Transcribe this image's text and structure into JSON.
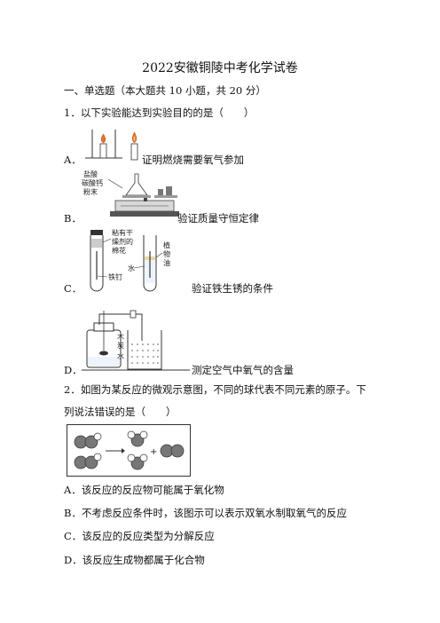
{
  "title": "2022安徽铜陵中考化学试卷",
  "section": "一、单选题（本大题共 10 小题，共 20 分）",
  "q1": {
    "stem": "1．以下实验能达到实验目的的是（　　）",
    "options": [
      {
        "letter": "A．",
        "text": "证明燃烧需要氧气参加"
      },
      {
        "letter": "B．",
        "text": "验证质量守恒定律"
      },
      {
        "letter": "C．",
        "text": "验证铁生锈的条件"
      },
      {
        "letter": "D．",
        "text": "测定空气中氧气的含量"
      }
    ],
    "figB_labels": [
      "盐酸",
      "碳酸钙",
      "粉末"
    ],
    "figC_labels": {
      "left": [
        "粘有干",
        "燥剂的",
        "棉花"
      ],
      "nail": "铁钉",
      "water": "水",
      "oil": [
        "植",
        "物",
        "油"
      ]
    },
    "figD_labels": [
      "木",
      "炭",
      "水"
    ]
  },
  "q2": {
    "stem_line1": "2．如图为某反应的微观示意图，不同的球代表不同元素的原子。下",
    "stem_line2": "列说法错误的是（　　）",
    "options": [
      {
        "letter": "A．",
        "text": "该反应的反应物可能属于氧化物"
      },
      {
        "letter": "B．",
        "text": "不考虑反应条件时，该图示可以表示双氧水制取氧气的反应"
      },
      {
        "letter": "C．",
        "text": "该反应的反应类型为分解反应"
      },
      {
        "letter": "D．",
        "text": "该反应生成物都属于化合物"
      }
    ],
    "plus": "+"
  }
}
